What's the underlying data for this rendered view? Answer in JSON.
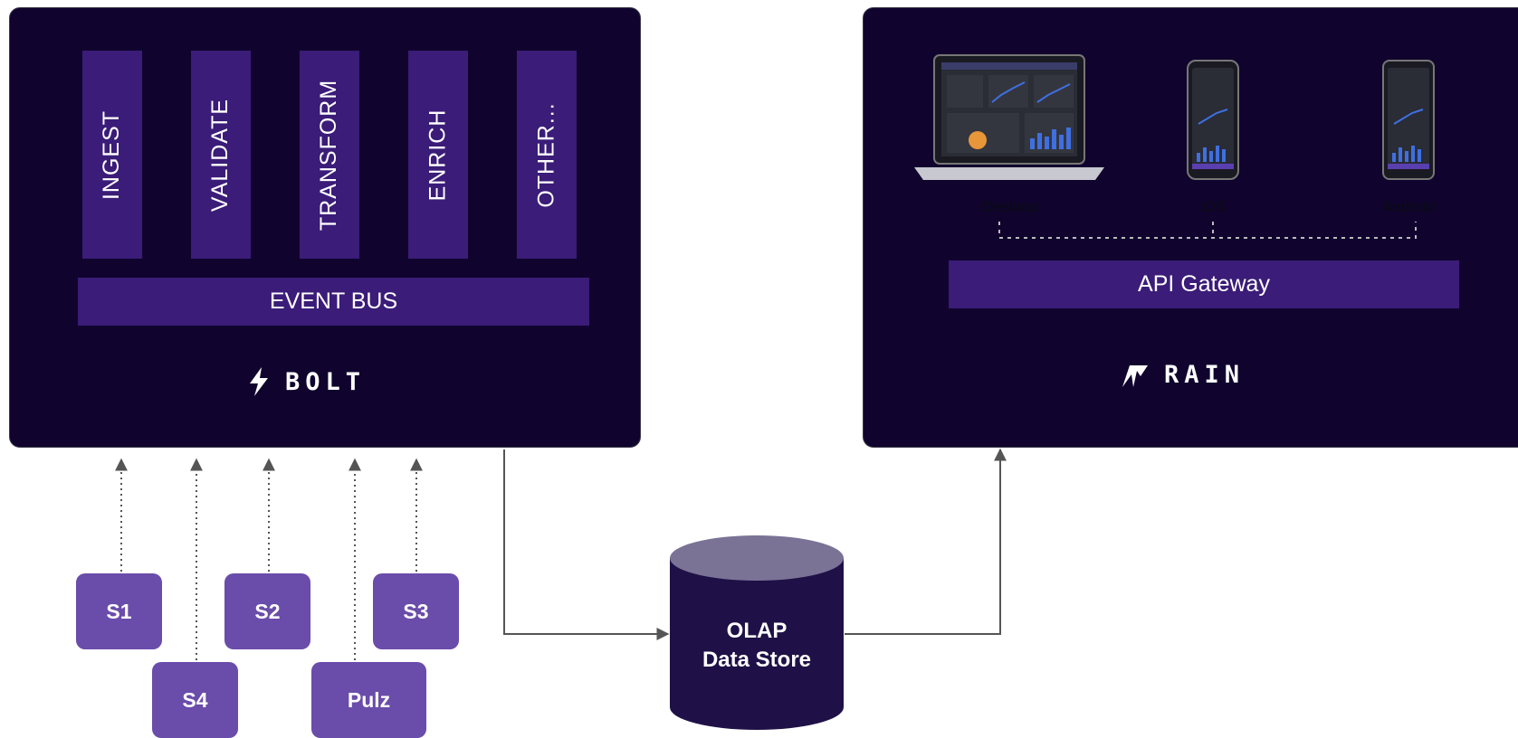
{
  "bolt": {
    "stages": [
      "INGEST",
      "VALIDATE",
      "TRANSFORM",
      "ENRICH",
      "OTHER..."
    ],
    "event_bus": "EVENT BUS",
    "brand": "BOLT"
  },
  "rain": {
    "devices": [
      "Desktop",
      "iOS",
      "Android"
    ],
    "api_gateway": "API Gateway",
    "brand": "RAIN"
  },
  "sources": [
    "S1",
    "S2",
    "S3",
    "S4",
    "Pulz"
  ],
  "datastore": {
    "line1": "OLAP",
    "line2": "Data Store"
  },
  "colors": {
    "panel": "#10042e",
    "bar": "#3b1c78",
    "source": "#6a4caa",
    "cylinder_top": "#7a7396",
    "cylinder_body": "#1f1147",
    "connector": "#555555"
  }
}
